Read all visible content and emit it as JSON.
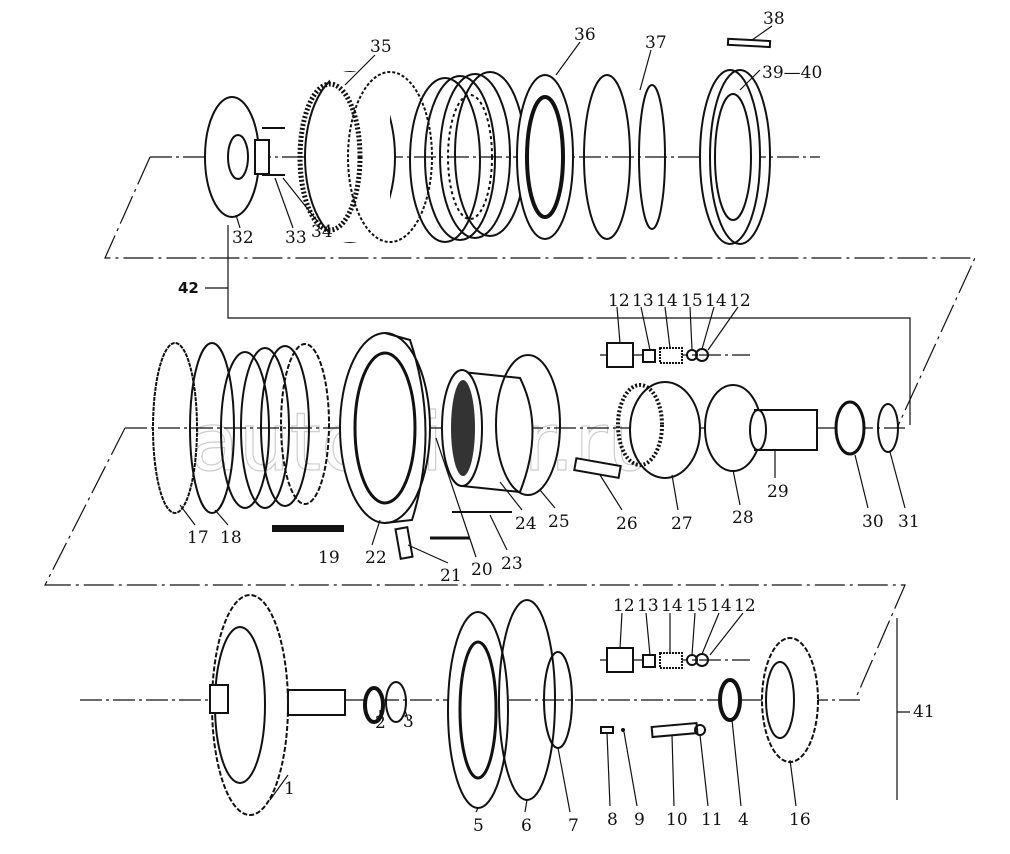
{
  "watermark": "autopiter.ru",
  "labels": {
    "p35": "35",
    "p36": "36",
    "p37": "37",
    "p38": "38",
    "p39_40": "39—40",
    "p32": "32",
    "p33": "33",
    "p34": "34",
    "p42": "42",
    "r2": [
      "12",
      "13",
      "14",
      "15",
      "14",
      "12"
    ],
    "p17": "17",
    "p18": "18",
    "p19": "19",
    "p22": "22",
    "p21": "21",
    "p20": "20",
    "p23": "23",
    "p24": "24",
    "p25": "25",
    "p26": "26",
    "p27": "27",
    "p28": "28",
    "p29": "29",
    "p30": "30",
    "p31": "31",
    "r3": [
      "12",
      "13",
      "14",
      "15",
      "14",
      "12"
    ],
    "p1": "1",
    "p2": "2",
    "p3": "3",
    "p5": "5",
    "p6": "6",
    "p7": "7",
    "p8": "8",
    "p9": "9",
    "p10": "10",
    "p11": "11",
    "p4": "4",
    "p16": "16",
    "p41": "41"
  }
}
